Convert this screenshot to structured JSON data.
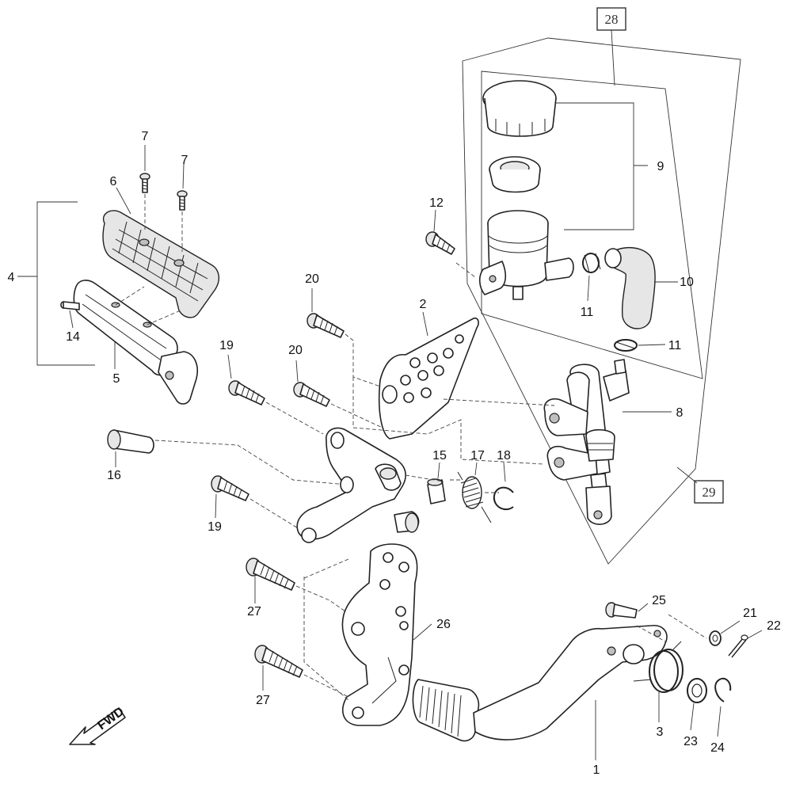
{
  "diagram": {
    "callouts": {
      "c1": "1",
      "c2": "2",
      "c3": "3",
      "c4": "4",
      "c5": "5",
      "c6": "6",
      "c7a": "7",
      "c7b": "7",
      "c8": "8",
      "c9": "9",
      "c10": "10",
      "c11a": "11",
      "c11b": "11",
      "c12": "12",
      "c14": "14",
      "c15": "15",
      "c16": "16",
      "c17": "17",
      "c18": "18",
      "c19a": "19",
      "c19b": "19",
      "c20a": "20",
      "c20b": "20",
      "c21": "21",
      "c22": "22",
      "c23": "23",
      "c24": "24",
      "c25": "25",
      "c26": "26",
      "c27a": "27",
      "c27b": "27"
    },
    "boxed_callouts": {
      "b28": "28",
      "b29": "29"
    },
    "fwd_label": "FWD"
  }
}
